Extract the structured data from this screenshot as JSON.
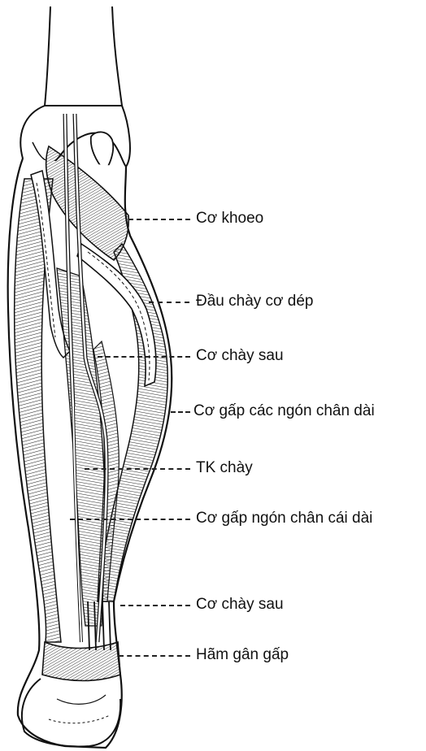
{
  "labels": [
    {
      "id": "popliteus",
      "text": "Cơ khoeo"
    },
    {
      "id": "soleus-tibial-head",
      "text": "Đầu chày cơ dép"
    },
    {
      "id": "tibialis-posterior-1",
      "text": "Cơ chày sau"
    },
    {
      "id": "fdl",
      "text": "Cơ gấp các ngón chân dài"
    },
    {
      "id": "tibial-nerve",
      "text": "TK chày"
    },
    {
      "id": "fhl",
      "text": "Cơ gấp ngón chân cái dài"
    },
    {
      "id": "tibialis-posterior-2",
      "text": "Cơ chày sau"
    },
    {
      "id": "flexor-retinaculum",
      "text": "Hãm gân gấp"
    }
  ],
  "colors": {
    "ink": "#111111",
    "background": "#ffffff"
  }
}
